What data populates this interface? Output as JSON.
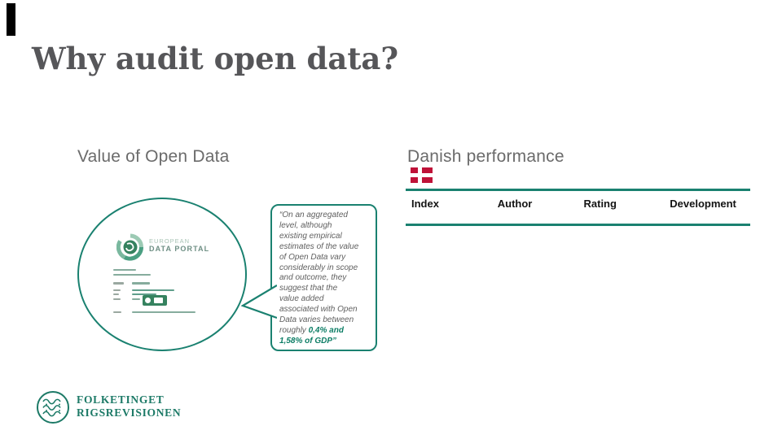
{
  "slide": {
    "title": "Why audit open data?"
  },
  "sections": {
    "left_heading": "Value of Open Data",
    "right_heading": "Danish performance"
  },
  "table": {
    "headers": [
      "Index",
      "Author",
      "Rating",
      "Development"
    ]
  },
  "portal_logo": {
    "line1": "EUROPEAN",
    "line2": "DATA PORTAL"
  },
  "quote": {
    "body": "“On an aggregated\nlevel, although\nexisting empirical\nestimates of the value\nof Open Data vary\nconsiderably in scope\nand outcome, they\nsuggest that the\nvalue added\nassociated with Open\nData varies between\nroughly ",
    "highlight": "0,4% and\n1,58% of GDP”"
  },
  "footer": {
    "org_line1": "FOLKETINGET",
    "org_line2": "RIGSREVISIONEN"
  },
  "colors": {
    "teal": "#1a8170",
    "title_gray": "#565659",
    "heading_gray": "#6b6b6b",
    "flag_red": "#bf1238",
    "highlight_teal": "#0c7d65"
  }
}
